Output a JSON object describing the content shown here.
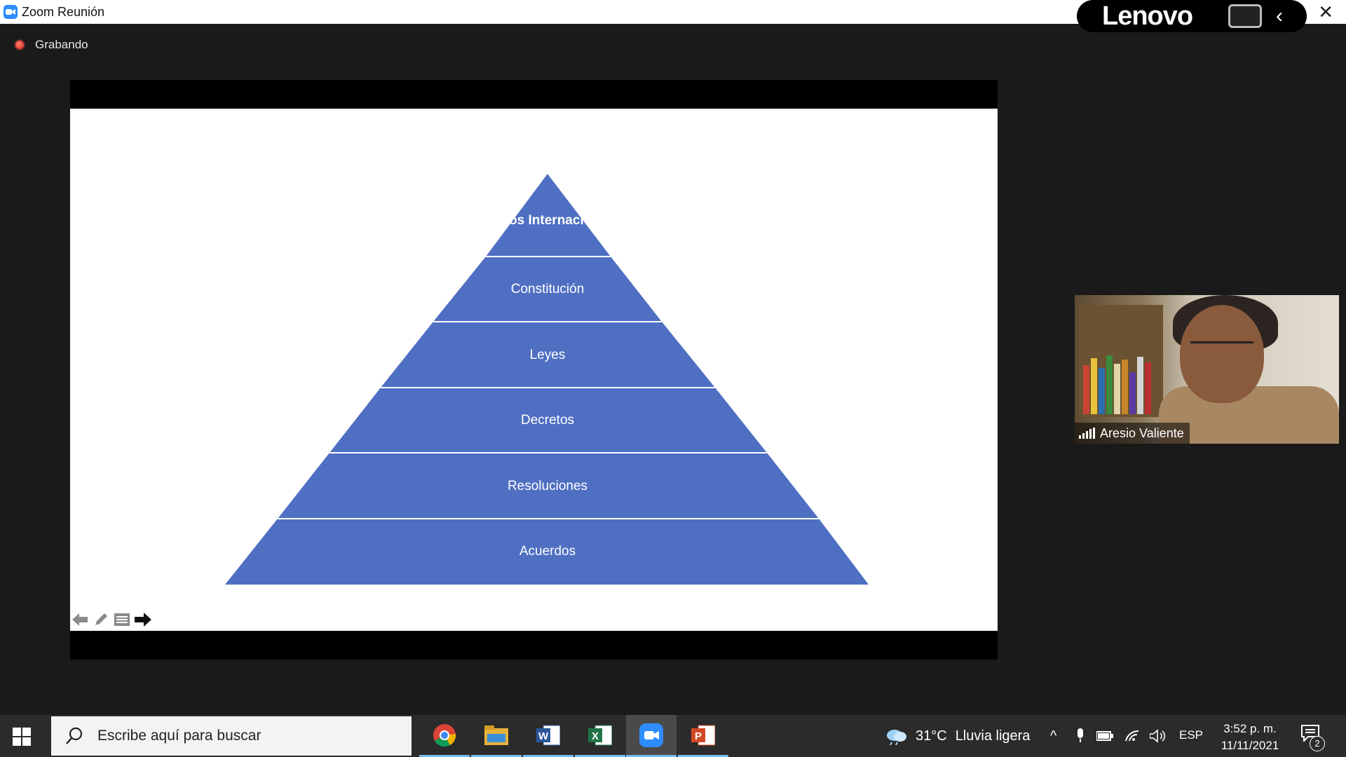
{
  "window": {
    "title": "Zoom Reunión",
    "app_icon": "zoom-icon",
    "brand_overlay": "Lenovo"
  },
  "recording": {
    "label": "Grabando",
    "color": "#d9261c"
  },
  "slide": {
    "pyramid_color": "#4f6fc2",
    "tiers": [
      {
        "label": "Tratados Internacionales",
        "bold": true
      },
      {
        "label": "Constitución"
      },
      {
        "label": "Leyes"
      },
      {
        "label": "Decretos"
      },
      {
        "label": "Resoluciones"
      },
      {
        "label": "Acuerdos"
      }
    ],
    "controls": [
      "previous-arrow-icon",
      "pen-icon",
      "menu-icon",
      "next-arrow-icon"
    ]
  },
  "participant": {
    "name": "Aresio Valiente"
  },
  "taskbar": {
    "search_placeholder": "Escribe aquí para buscar",
    "apps": [
      "chrome-icon",
      "file-explorer-icon",
      "word-icon",
      "excel-icon",
      "zoom-icon",
      "powerpoint-icon"
    ],
    "weather": {
      "temperature": "31°C",
      "condition": "Lluvia ligera"
    },
    "language": "ESP",
    "time": "3:52 p. m.",
    "date": "11/11/2021",
    "notifications": "2"
  }
}
